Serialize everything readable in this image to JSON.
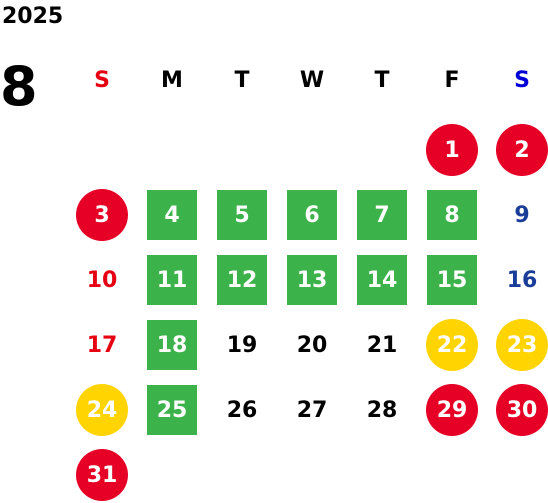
{
  "year": "2025",
  "month": "8",
  "colors": {
    "sunday": "#e60012",
    "saturday": "#0000d6",
    "saturday_date": "#1a3d9a",
    "weekday": "#000000",
    "holiday_bg": "#e60026",
    "green_bg": "#3cb34a",
    "yellow_bg": "#ffd400",
    "on_fill": "#ffffff"
  },
  "weekdays": [
    {
      "label": "S",
      "kind": "sun"
    },
    {
      "label": "M",
      "kind": "wd"
    },
    {
      "label": "T",
      "kind": "wd"
    },
    {
      "label": "W",
      "kind": "wd"
    },
    {
      "label": "T",
      "kind": "wd"
    },
    {
      "label": "F",
      "kind": "wd"
    },
    {
      "label": "S",
      "kind": "sat"
    }
  ],
  "weeks": [
    [
      null,
      null,
      null,
      null,
      null,
      {
        "d": "1",
        "style": "red-circle"
      },
      {
        "d": "2",
        "style": "red-circle"
      }
    ],
    [
      {
        "d": "3",
        "style": "red-circle"
      },
      {
        "d": "4",
        "style": "green"
      },
      {
        "d": "5",
        "style": "green"
      },
      {
        "d": "6",
        "style": "green"
      },
      {
        "d": "7",
        "style": "green"
      },
      {
        "d": "8",
        "style": "green"
      },
      {
        "d": "9",
        "style": "sat"
      }
    ],
    [
      {
        "d": "10",
        "style": "sun"
      },
      {
        "d": "11",
        "style": "green"
      },
      {
        "d": "12",
        "style": "green"
      },
      {
        "d": "13",
        "style": "green"
      },
      {
        "d": "14",
        "style": "green"
      },
      {
        "d": "15",
        "style": "green"
      },
      {
        "d": "16",
        "style": "sat"
      }
    ],
    [
      {
        "d": "17",
        "style": "sun"
      },
      {
        "d": "18",
        "style": "green"
      },
      {
        "d": "19",
        "style": "plain"
      },
      {
        "d": "20",
        "style": "plain"
      },
      {
        "d": "21",
        "style": "plain"
      },
      {
        "d": "22",
        "style": "yellow"
      },
      {
        "d": "23",
        "style": "yellow"
      }
    ],
    [
      {
        "d": "24",
        "style": "yellow"
      },
      {
        "d": "25",
        "style": "green"
      },
      {
        "d": "26",
        "style": "plain"
      },
      {
        "d": "27",
        "style": "plain"
      },
      {
        "d": "28",
        "style": "plain"
      },
      {
        "d": "29",
        "style": "red-circle"
      },
      {
        "d": "30",
        "style": "red-circle"
      }
    ],
    [
      {
        "d": "31",
        "style": "red-circle"
      },
      null,
      null,
      null,
      null,
      null,
      null
    ]
  ]
}
